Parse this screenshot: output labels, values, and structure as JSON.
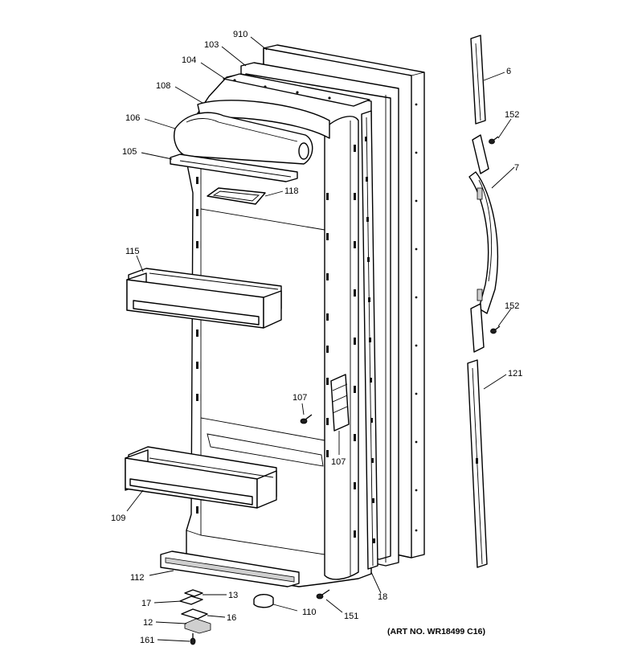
{
  "diagram": {
    "callouts": [
      {
        "id": "910",
        "text": "910"
      },
      {
        "id": "103",
        "text": "103"
      },
      {
        "id": "104",
        "text": "104"
      },
      {
        "id": "108",
        "text": "108"
      },
      {
        "id": "106",
        "text": "106"
      },
      {
        "id": "105",
        "text": "105"
      },
      {
        "id": "118",
        "text": "118"
      },
      {
        "id": "115",
        "text": "115"
      },
      {
        "id": "107a",
        "text": "107"
      },
      {
        "id": "107b",
        "text": "107"
      },
      {
        "id": "109",
        "text": "109"
      },
      {
        "id": "112",
        "text": "112"
      },
      {
        "id": "13",
        "text": "13"
      },
      {
        "id": "17",
        "text": "17"
      },
      {
        "id": "16",
        "text": "16"
      },
      {
        "id": "12",
        "text": "12"
      },
      {
        "id": "161",
        "text": "161"
      },
      {
        "id": "110",
        "text": "110"
      },
      {
        "id": "151",
        "text": "151"
      },
      {
        "id": "18",
        "text": "18"
      },
      {
        "id": "6",
        "text": "6"
      },
      {
        "id": "152a",
        "text": "152"
      },
      {
        "id": "7",
        "text": "7"
      },
      {
        "id": "152b",
        "text": "152"
      },
      {
        "id": "121",
        "text": "121"
      }
    ],
    "art_number": "(ART NO. WR18499 C16)"
  }
}
